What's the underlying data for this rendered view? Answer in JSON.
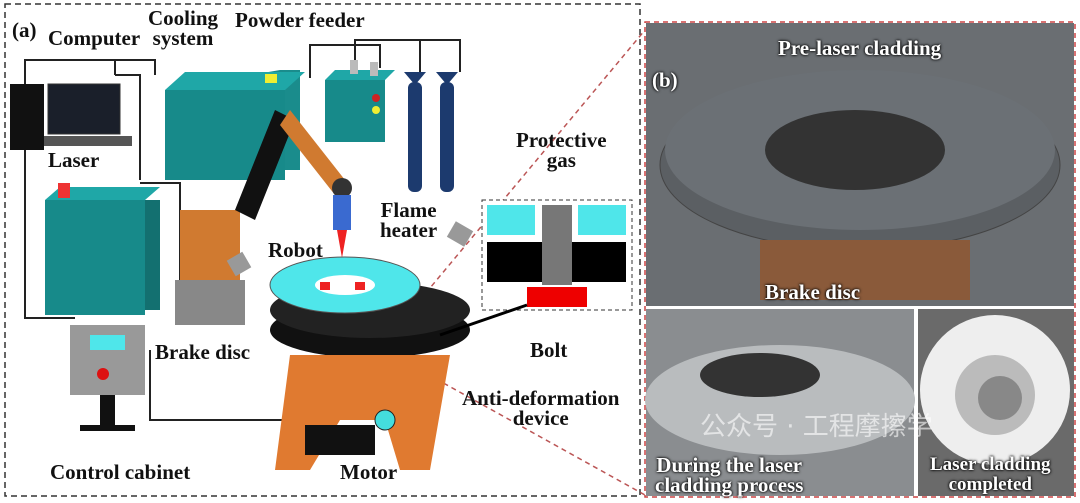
{
  "panel_a": {
    "tag": "(a)",
    "labels": {
      "computer": "Computer",
      "cooling_system": [
        "Cooling",
        "system"
      ],
      "powder_feeder": "Powder feeder",
      "protective_gas": [
        "Protective",
        "gas"
      ],
      "laser": "Laser",
      "robot": "Robot",
      "flame_heater": [
        "Flame",
        "heater"
      ],
      "brake_disc": "Brake disc",
      "bolt": "Bolt",
      "anti_deformation": [
        "Anti-deformation",
        "device"
      ],
      "control_cabinet": "Control cabinet",
      "motor": "Motor"
    }
  },
  "panel_b": {
    "tag": "(b)",
    "pre_laser": "Pre-laser cladding",
    "brake_disc": "Brake disc",
    "during": [
      "During the laser",
      "cladding process"
    ],
    "completed": [
      "Laser cladding",
      "completed"
    ]
  },
  "watermark": "公众号 · 工程摩擦学"
}
